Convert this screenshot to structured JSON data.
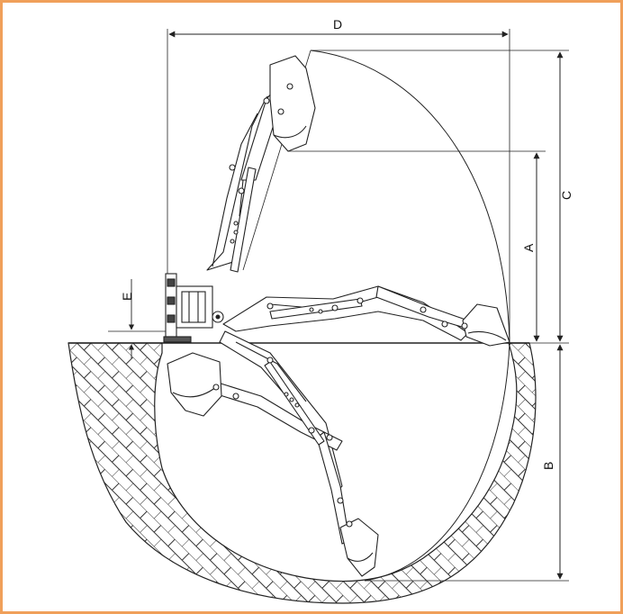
{
  "figure": {
    "frame_color": "#f0a05a",
    "line_color": "#222222",
    "dimension_labels": {
      "a": "A",
      "b": "B",
      "c": "C",
      "d": "D",
      "e": "E"
    }
  }
}
